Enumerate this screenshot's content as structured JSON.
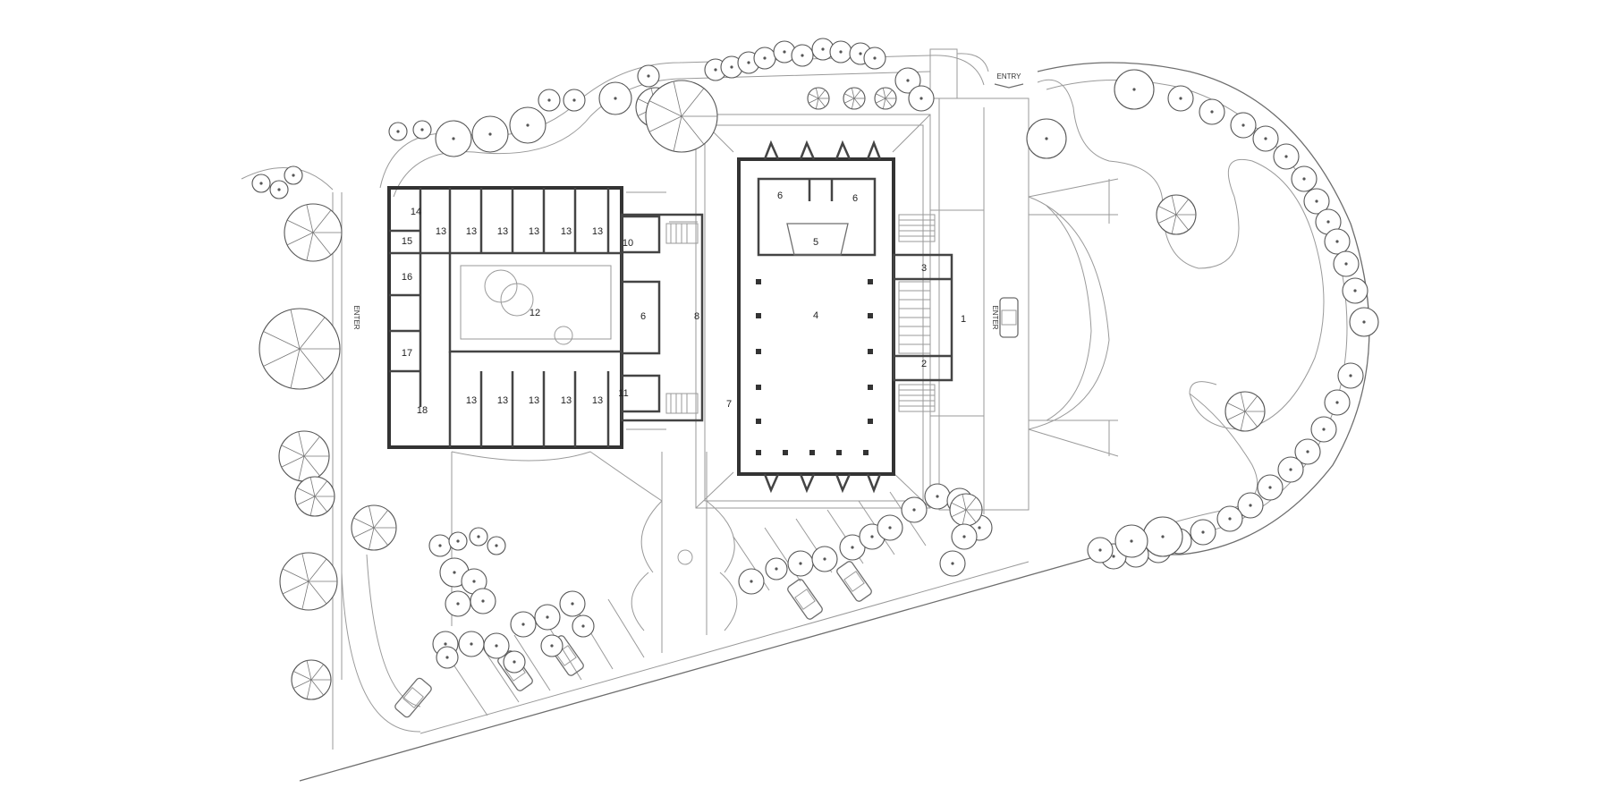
{
  "site": {
    "entry_top": "ENTRY",
    "enter_west": "ENTER",
    "enter_east": "ENTER"
  },
  "rooms": {
    "r1": "1",
    "r2": "2",
    "r3": "3",
    "r4": "4",
    "r5": "5",
    "r6a": "6",
    "r6b": "6",
    "r6c": "6",
    "r7": "7",
    "r8": "8",
    "r10": "10",
    "r11": "11",
    "r12": "12",
    "r13": [
      "13",
      "13",
      "13",
      "13",
      "13",
      "13",
      "13",
      "13",
      "13",
      "13",
      "13"
    ],
    "r14": "14",
    "r15": "15",
    "r16": "16",
    "r17": "17",
    "r18": "18"
  },
  "colors": {
    "ink": "#333333",
    "line": "#9a9a9a",
    "paper": "#ffffff"
  }
}
